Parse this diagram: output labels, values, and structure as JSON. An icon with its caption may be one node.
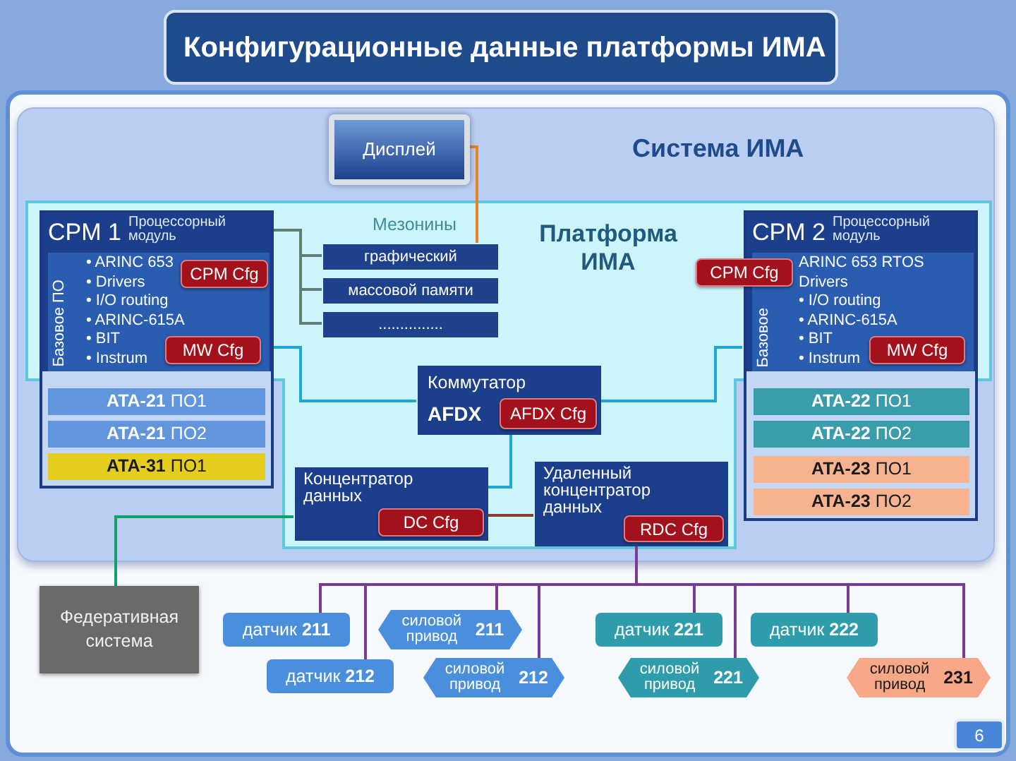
{
  "diagram": {
    "title": "Конфигурационные данные платформы ИМА",
    "nodes": [
      {
        "text": [
          "Система ИМА"
        ]
      },
      {
        "text": [
          "Дисплей"
        ],
        "in": 0
      },
      {
        "text": [
          "Платформа ИМА"
        ],
        "in": 0
      },
      {
        "text": [
          "CPM 1",
          "Процессорный модуль"
        ],
        "in": 2
      },
      {
        "text": [
          "Базовое ПО",
          "• ARINC 653",
          "• Drivers",
          "• I/O routing",
          "• ARINC-615A",
          "• BIT",
          "• Instrum"
        ],
        "in": 3
      },
      {
        "text": [
          "CPM Cfg"
        ],
        "in": 4
      },
      {
        "text": [
          "MW Cfg"
        ],
        "in": 4
      },
      {
        "text": [
          "**ATA-21** ПО1"
        ],
        "in": 3
      },
      {
        "text": [
          "**ATA-21** ПО2"
        ],
        "in": 3
      },
      {
        "text": [
          "**ATA-31** ПО1"
        ],
        "in": 3
      },
      {
        "text": [
          "графический"
        ],
        "in": 2
      },
      {
        "text": [
          "массовой памяти"
        ],
        "in": 2
      },
      {
        "text": [
          "..............."
        ],
        "in": 2
      },
      {
        "text": [
          "CPM 2",
          "Процессорный модуль"
        ],
        "in": 2
      },
      {
        "text": [
          "CPM Cfg"
        ],
        "in": 2
      },
      {
        "text": [
          "Базовое",
          "ARINC 653 RTOS",
          "Drivers",
          "• I/O routing",
          "• ARINC-615A",
          "• BIT",
          "• Instrum"
        ],
        "in": 13
      },
      {
        "text": [
          "MW Cfg"
        ],
        "in": 15
      },
      {
        "text": [
          "**ATA-22** ПО1"
        ],
        "in": 13
      },
      {
        "text": [
          "**ATA-22** ПО2"
        ],
        "in": 13
      },
      {
        "text": [
          "**ATA-23** ПО1"
        ],
        "in": 13
      },
      {
        "text": [
          "**ATA-23** ПО2"
        ],
        "in": 13
      },
      {
        "text": [
          "Коммутатор",
          "AFDX"
        ],
        "in": 2
      },
      {
        "text": [
          "AFDX Cfg"
        ],
        "in": 21
      },
      {
        "text": [
          "Концентратор данных"
        ],
        "in": 2
      },
      {
        "text": [
          "DC Cfg"
        ],
        "in": 23
      },
      {
        "text": [
          "Удаленный концентратор данных"
        ],
        "in": 2
      },
      {
        "text": [
          "RDC Cfg"
        ],
        "in": 25
      },
      {
        "text": [
          "Федеративная система"
        ]
      },
      {
        "text": [
          "датчик **211**"
        ]
      },
      {
        "text": [
          "силовой привод",
          "211"
        ]
      },
      {
        "text": [
          "датчик **221**"
        ]
      },
      {
        "text": [
          "датчик **222**"
        ]
      },
      {
        "text": [
          "датчик **212**"
        ]
      },
      {
        "text": [
          "силовой привод",
          "212"
        ]
      },
      {
        "text": [
          "силовой привод",
          "221"
        ]
      },
      {
        "text": [
          "силовой привод",
          "231"
        ]
      }
    ],
    "edges": [
      {
        "from": 3,
        "to": 10,
        "arrow": "none",
        "color": "#5e7f72"
      },
      {
        "from": 3,
        "to": 11,
        "arrow": "none",
        "color": "#5e7f72"
      },
      {
        "from": 3,
        "to": 12,
        "arrow": "none",
        "color": "#5e7f72"
      },
      {
        "from": 1,
        "to": 10,
        "arrow": "none",
        "color": "#e8821e"
      },
      {
        "from": 3,
        "to": 21,
        "arrow": "none",
        "color": "#22a6d6"
      },
      {
        "from": 21,
        "to": 13,
        "arrow": "none",
        "color": "#22a6d6"
      },
      {
        "from": 21,
        "to": 23,
        "arrow": "none",
        "color": "#22a6d6"
      },
      {
        "from": 23,
        "to": 25,
        "arrow": "none",
        "color": "#8c3b2c"
      },
      {
        "from": 23,
        "to": 27,
        "arrow": "none",
        "color": "#12a06a"
      },
      {
        "from": 25,
        "to": 28,
        "arrow": "none"
      },
      {
        "from": 25,
        "to": 29,
        "arrow": "none"
      },
      {
        "from": 25,
        "to": 30,
        "arrow": "none"
      },
      {
        "from": 25,
        "to": 31,
        "arrow": "none"
      },
      {
        "from": 25,
        "to": 32,
        "arrow": "none"
      },
      {
        "from": 25,
        "to": 33,
        "arrow": "none"
      },
      {
        "from": 25,
        "to": 34,
        "arrow": "none"
      },
      {
        "from": 25,
        "to": 35,
        "arrow": "none"
      }
    ],
    "labels": [
      "Мезонины",
      "6"
    ]
  }
}
